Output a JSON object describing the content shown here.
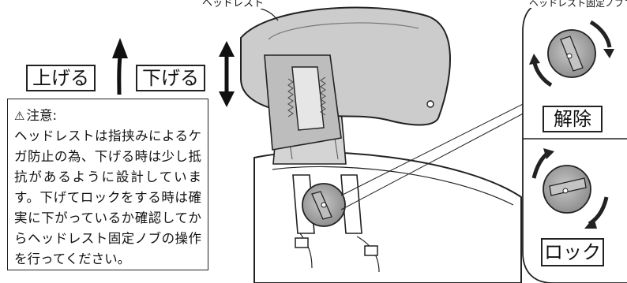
{
  "labels": {
    "headrest": "ヘッドレスト",
    "headrest_knob": "ヘッドレスト固定ノブ",
    "raise": "上げる",
    "lower": "下げる",
    "release": "解除",
    "lock": "ロック"
  },
  "caution": {
    "symbol": "⚠",
    "title": "注意:",
    "body": "ヘッドレストは指挟みによるケガ防止の為、下げる時は少し抵抗があるように設計しています。下げてロックをする時は確実に下がっているか確認してからヘッドレスト固定ノブの操作を行ってください。"
  },
  "icons": [
    "up-arrow-icon",
    "double-arrow-icon",
    "rotate-release-icon",
    "rotate-lock-icon",
    "warning-triangle-icon"
  ]
}
